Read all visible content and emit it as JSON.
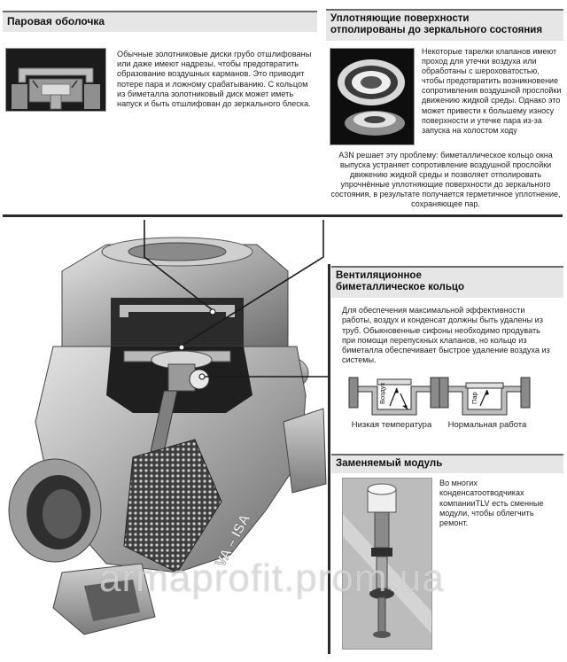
{
  "sections": {
    "steam_jacket": {
      "title": "Паровая оболочка",
      "text": "Обычные золотниковые диски грубо отшлифованы или даже имеют надрезы, чтобы предотвратить образование воздушных карманов. Это приводит потере пара и ложному срабатыванию. С кольцом из биметалла золотниковый диск может иметь напуск и быть отшлифован до зеркального блеска."
    },
    "mirror_surfaces": {
      "title_line1": "Уплотняющие поверхности",
      "title_line2": "отполированы до зеркального состояния",
      "text_side": "Некоторые тарелки клапанов имеют проход для утечки воздуха или обработаны с шероховатостью, чтобы предотвратить возникновение сопротивления воздушной прослойки движению жидкой среды. Однако это может привести к большему износу поверхности и утечке пара из-за запуска на холостом ходу",
      "text_full": "А3N решает эту проблему: биметаллическое кольцо окна выпуска устраняет сопротивление воздушной прослойки движению жидкой среды и позволяет отполировать упрочнённые уплотняющие поверхности до зеркального состояния, в результате получается герметичное уплотнение, сохраняющее пар."
    },
    "vent_ring": {
      "title_line1": "Вентиляционное",
      "title_line2": "биметаллическое кольцо",
      "text": "Для обеспечения максимальной эффективности работы, воздух и конденсат должны быть удалены из труб. Обыкновенные сифоны необходимо продувать при помощи перепускных клапанов, но кольцо из биметалла обеспечивает быстрое удаление воздуха из системы.",
      "label_air": "Воздух",
      "label_steam": "Пар",
      "caption_low": "Низкая температура",
      "caption_normal": "Нормальная работа"
    },
    "module": {
      "title": "Заменяемый модуль",
      "text": "Во многих конденсатоотводчиках компанииTLV есть сменные модули, чтобы облегчить ремонт."
    }
  },
  "body_marking": "VA – ISA",
  "watermark": "armaprofit.prom.ua"
}
